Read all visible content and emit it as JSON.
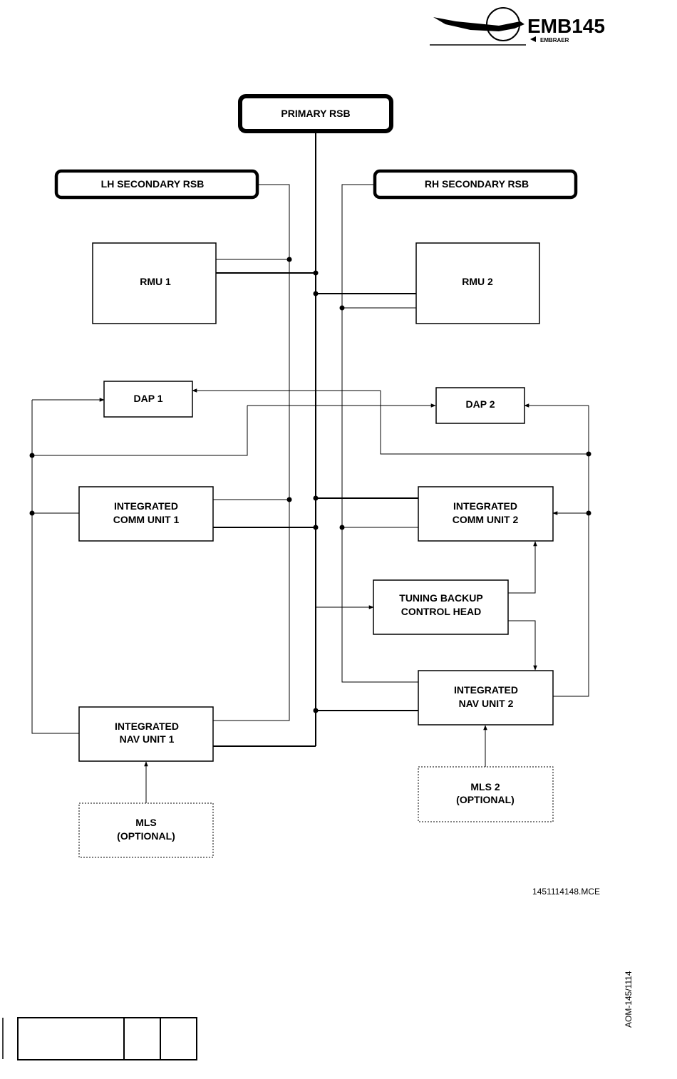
{
  "header": {
    "logo_text": "EMB145",
    "logo_sub": "EMBRAER"
  },
  "diagram": {
    "primary_rsb": "PRIMARY RSB",
    "lh_secondary_rsb": "LH SECONDARY RSB",
    "rh_secondary_rsb": "RH SECONDARY RSB",
    "rmu1": "RMU 1",
    "rmu2": "RMU 2",
    "dap1": "DAP 1",
    "dap2": "DAP 2",
    "icu1": [
      "INTEGRATED",
      "COMM UNIT 1"
    ],
    "icu2": [
      "INTEGRATED",
      "COMM UNIT 2"
    ],
    "tbch": [
      "TUNING BACKUP",
      "CONTROL HEAD"
    ],
    "inu1": [
      "INTEGRATED",
      "NAV UNIT 1"
    ],
    "inu2": [
      "INTEGRATED",
      "NAV UNIT 2"
    ],
    "mls1": [
      "MLS",
      "(OPTIONAL)"
    ],
    "mls2": [
      "MLS 2",
      "(OPTIONAL)"
    ]
  },
  "footer": {
    "figure_ref": "1451114148.MCE",
    "doc_code": "AOM-145/1114"
  }
}
